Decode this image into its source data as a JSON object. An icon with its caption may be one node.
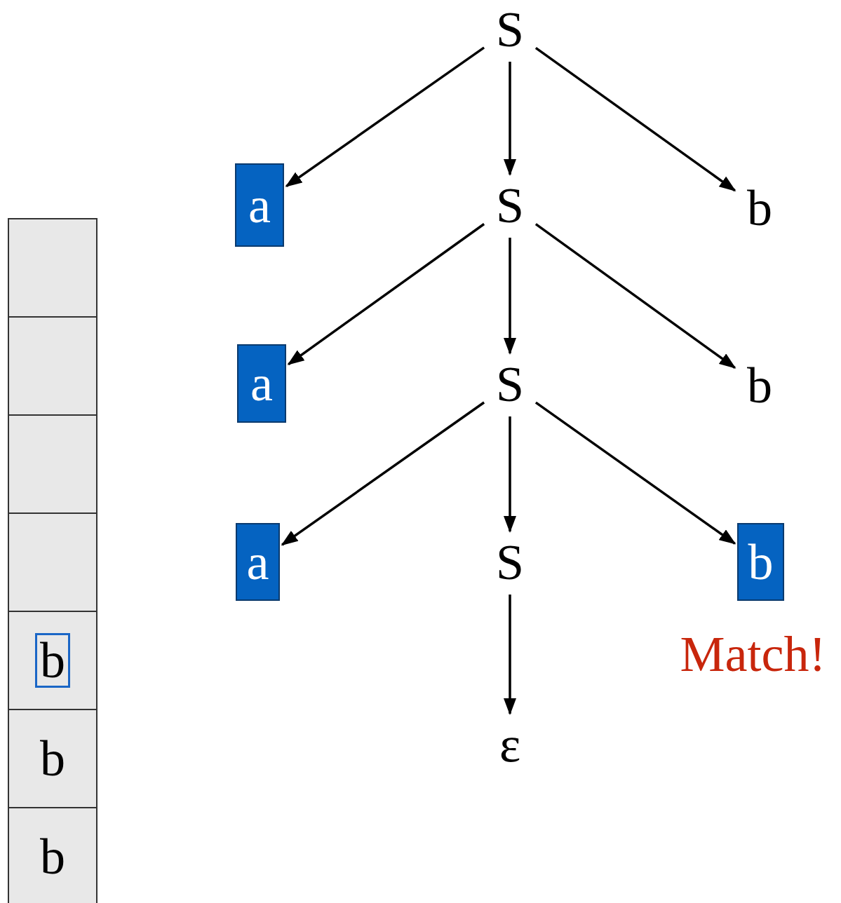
{
  "diagram": {
    "nodes": [
      {
        "text": [
          "S"
        ]
      },
      {
        "text": [
          "a"
        ]
      },
      {
        "text": [
          "S"
        ]
      },
      {
        "text": [
          "b"
        ]
      },
      {
        "text": [
          "a"
        ]
      },
      {
        "text": [
          "S"
        ]
      },
      {
        "text": [
          "b"
        ]
      },
      {
        "text": [
          "a"
        ]
      },
      {
        "text": [
          "S"
        ]
      },
      {
        "text": [
          "b"
        ],
        "beside": [
          "Match!"
        ]
      },
      {
        "text": [
          "ε"
        ]
      },
      {
        "text": [],
        "shape": "box"
      },
      {
        "text": [],
        "shape": "box",
        "in": 11
      },
      {
        "text": [],
        "shape": "box",
        "in": 11
      },
      {
        "text": [],
        "shape": "box",
        "in": 11
      },
      {
        "text": [],
        "shape": "box",
        "in": 11
      },
      {
        "text": [
          "b"
        ],
        "in": 11
      },
      {
        "text": [
          "b"
        ],
        "in": 11
      },
      {
        "text": [
          "b"
        ],
        "in": 11
      }
    ],
    "edges": [
      {
        "from": 0,
        "to": 1,
        "arrow": "to"
      },
      {
        "from": 0,
        "to": 2,
        "arrow": "to"
      },
      {
        "from": 0,
        "to": 3,
        "arrow": "to"
      },
      {
        "from": 2,
        "to": 4,
        "arrow": "to"
      },
      {
        "from": 2,
        "to": 5,
        "arrow": "to"
      },
      {
        "from": 2,
        "to": 6,
        "arrow": "to"
      },
      {
        "from": 5,
        "to": 7,
        "arrow": "to"
      },
      {
        "from": 5,
        "to": 8,
        "arrow": "to"
      },
      {
        "from": 5,
        "to": 9,
        "arrow": "to"
      },
      {
        "from": 8,
        "to": 10,
        "arrow": "to"
      }
    ]
  }
}
